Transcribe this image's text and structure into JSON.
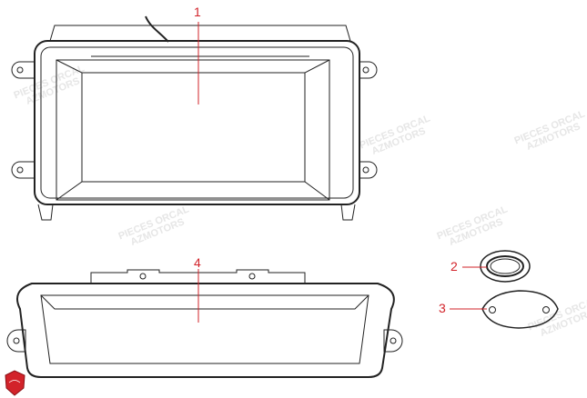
{
  "callouts": [
    {
      "label": "1",
      "part": "instrument-housing-upper"
    },
    {
      "label": "2",
      "part": "grommet"
    },
    {
      "label": "3",
      "part": "gasket-plate"
    },
    {
      "label": "4",
      "part": "instrument-housing-lower"
    }
  ],
  "watermark": {
    "line1": "PIECES ORCAL",
    "line2": "AZMOTORS"
  },
  "colors": {
    "callout": "#d2232a",
    "line": "#222222",
    "logo": "#d2232a"
  }
}
